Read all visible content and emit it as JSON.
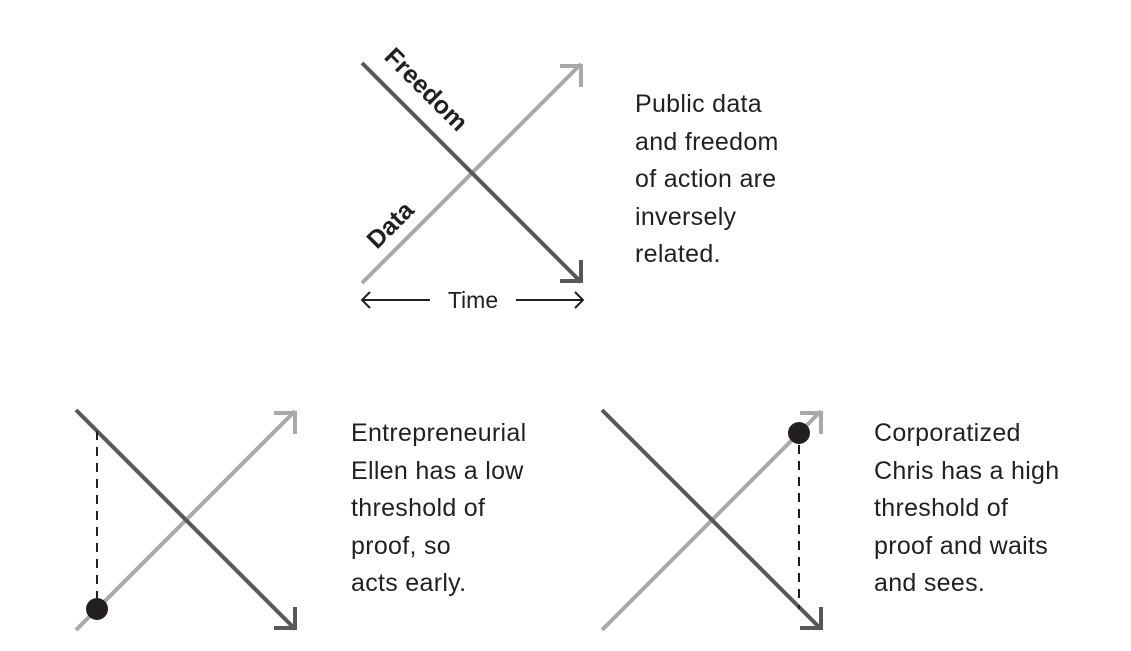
{
  "colors": {
    "freedom_line": "#58585a",
    "data_line": "#a7a9ac",
    "text": "#231f20",
    "dot": "#231f20",
    "background": "#ffffff"
  },
  "top_diagram": {
    "freedom_label": "Freedom",
    "data_label": "Data",
    "time_label": "Time",
    "caption": "Public data\nand freedom\nof action are\ninversely\nrelated."
  },
  "bottom_left_diagram": {
    "persona": "Entrepreneurial Ellen",
    "threshold": "low",
    "caption": "Entrepreneurial\nEllen has a low\nthreshold of\nproof, so\nacts early."
  },
  "bottom_right_diagram": {
    "persona": "Corporatized Chris",
    "threshold": "high",
    "caption": "Corporatized\nChris has a high\nthreshold of\nproof and waits\nand sees."
  }
}
